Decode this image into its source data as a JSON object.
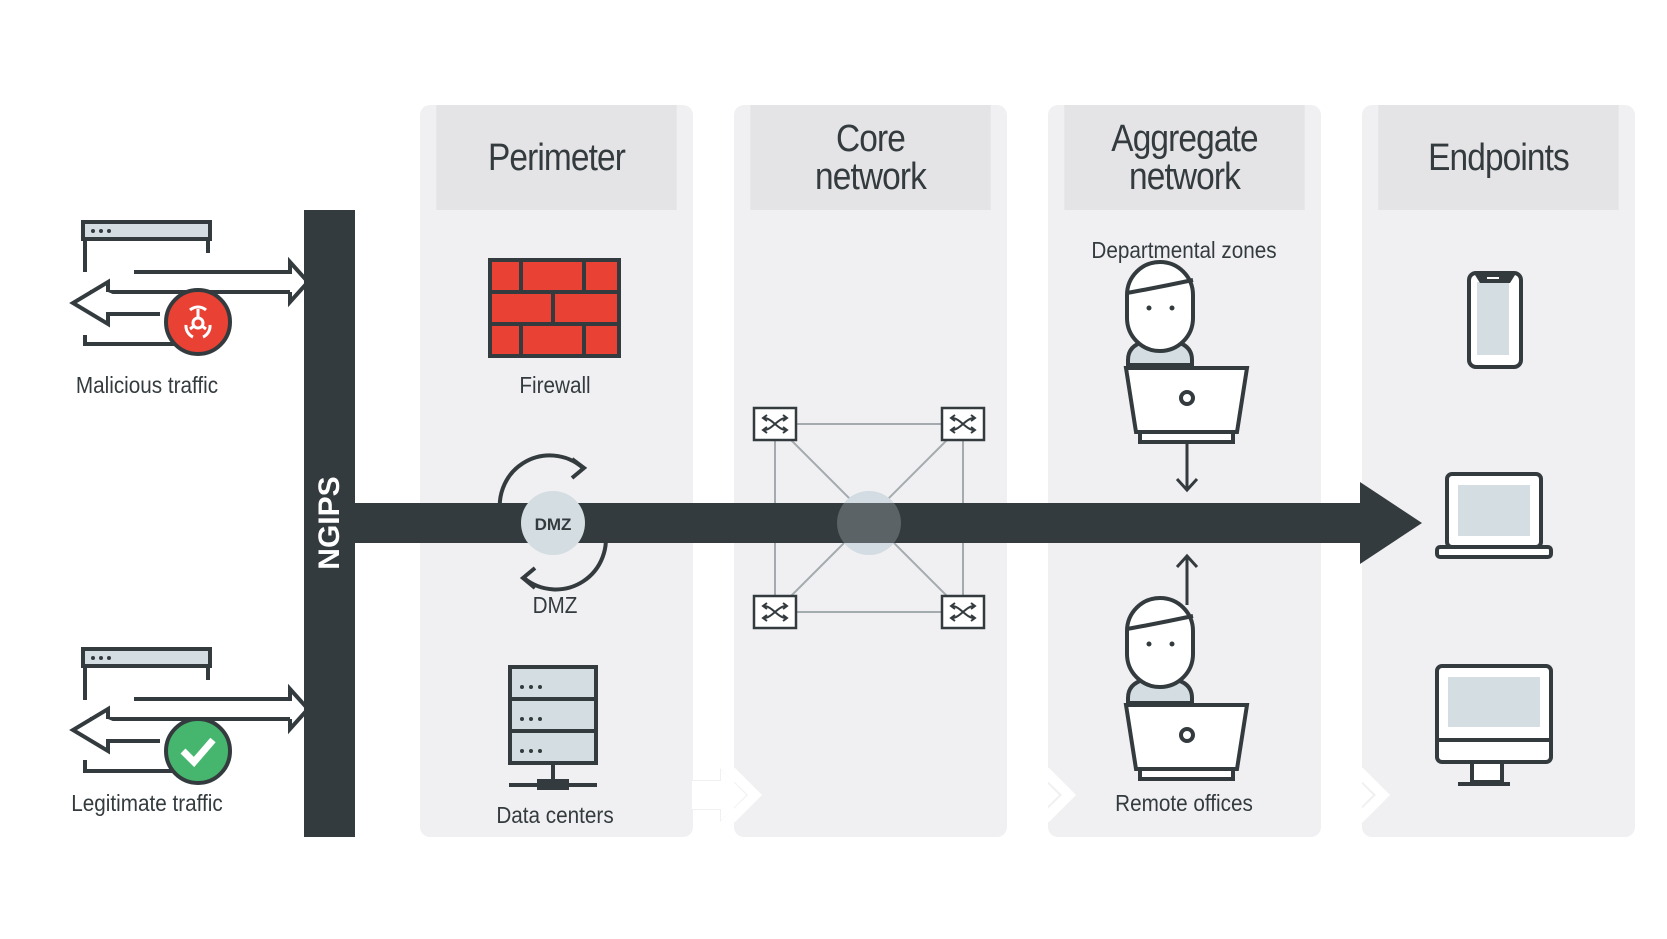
{
  "diagram": {
    "left_labels": {
      "malicious": "Malicious traffic",
      "legitimate": "Legitimate traffic"
    },
    "ngips_label": "NGIPS",
    "columns": [
      {
        "id": "perimeter",
        "title": "Perimeter"
      },
      {
        "id": "core",
        "title": "Core\nnetwork"
      },
      {
        "id": "aggregate",
        "title": "Aggregate\nnetwork"
      },
      {
        "id": "endpoints",
        "title": "Endpoints"
      }
    ],
    "perimeter": {
      "firewall_label": "Firewall",
      "dmz_badge": "DMZ",
      "dmz_label": "DMZ",
      "datacenter_label": "Data centers"
    },
    "aggregate": {
      "departmental_label": "Departmental zones",
      "remote_label": "Remote offices"
    },
    "colors": {
      "dark": "#343b3e",
      "column_bg": "#f0f0f2",
      "column_header_bg": "#e4e4e6",
      "accent_light": "#d3dde2",
      "firewall_red": "#e94235",
      "malicious_red": "#e94235",
      "legit_green": "#46b56e"
    }
  }
}
